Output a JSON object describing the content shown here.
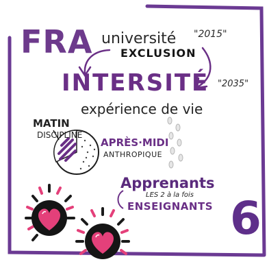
{
  "board": {
    "header": {
      "fra": "FRA",
      "university": "université",
      "year_2015": "\"2015\"",
      "exclusion": "EXCLUSION",
      "intersite": "INTERSITÉ",
      "year_2035": "\"2035\""
    },
    "experience": "expérience de vie",
    "morning": {
      "label": "MATIN",
      "sub": "DISCIPLINE"
    },
    "afternoon": {
      "label": "APRÈS·MIDI",
      "sub": "ANTHROPIQUE"
    },
    "learners": {
      "label": "Apprenants",
      "both": "LES 2 à la fois",
      "teachers": "ENSEIGNANTS"
    },
    "page_number": "6",
    "colors": {
      "accent_purple": "#6a2f86",
      "heart_pink": "#e4407a",
      "heart_black": "#151515",
      "frame_purple": "#6b3a93"
    },
    "icons": [
      "arrow-icon",
      "pie-chart-icon",
      "heart-sun-icon",
      "footprints-icon"
    ]
  }
}
